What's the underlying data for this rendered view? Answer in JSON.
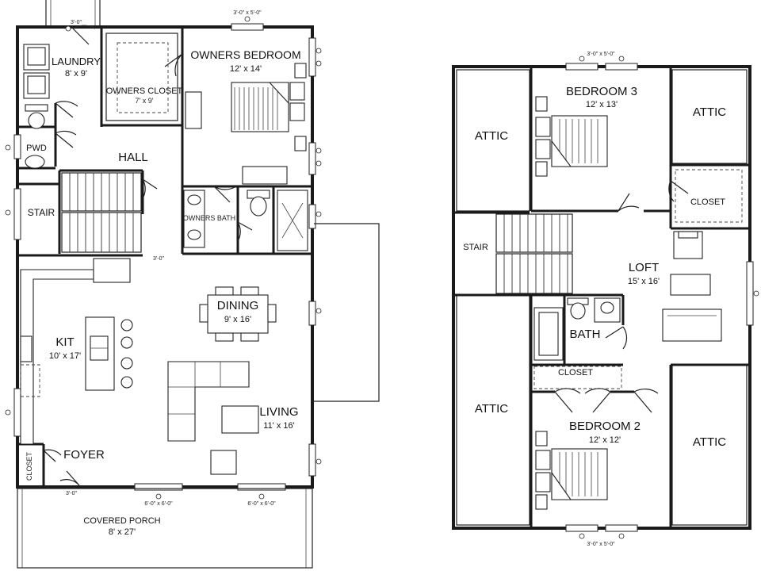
{
  "first_floor": {
    "rooms": {
      "laundry": {
        "name": "LAUNDRY",
        "dim": "8' x 9'"
      },
      "owners_closet": {
        "name": "OWNERS CLOSET",
        "dim": "7' x 9'"
      },
      "owners_bedroom": {
        "name": "OWNERS BEDROOM",
        "dim": "12' x 14'"
      },
      "pwd": {
        "name": "PWD"
      },
      "hall": {
        "name": "HALL"
      },
      "stair": {
        "name": "STAIR"
      },
      "owners_bath": {
        "name": "OWNERS BATH"
      },
      "dining": {
        "name": "DINING",
        "dim": "9' x 16'"
      },
      "kit": {
        "name": "KIT",
        "dim": "10' x 17'"
      },
      "living": {
        "name": "LIVING",
        "dim": "11' x 16'"
      },
      "foyer": {
        "name": "FOYER"
      },
      "closet": {
        "name": "CLOSET"
      },
      "covered_porch": {
        "name": "COVERED PORCH",
        "dim": "8' x 27'"
      }
    },
    "door_sizes": {
      "laundry_top": "3'-0\"",
      "bedroom_top": "3'-0\" x 5'-0\"",
      "hall": "3'-0\"",
      "front": "3'-0\"",
      "porch_left": "6'-0\" x 6'-0\"",
      "porch_right": "6'-0\" x 6'-0\""
    }
  },
  "second_floor": {
    "rooms": {
      "attic_tl": {
        "name": "ATTIC"
      },
      "bedroom3": {
        "name": "BEDROOM 3",
        "dim": "12' x 13'"
      },
      "attic_tr": {
        "name": "ATTIC"
      },
      "closet_upper": {
        "name": "CLOSET"
      },
      "stair": {
        "name": "STAIR"
      },
      "loft": {
        "name": "LOFT",
        "dim": "15' x 16'"
      },
      "bath": {
        "name": "BATH"
      },
      "closet_mid": {
        "name": "CLOSET"
      },
      "attic_bl": {
        "name": "ATTIC"
      },
      "bedroom2": {
        "name": "BEDROOM 2",
        "dim": "12' x 12'"
      },
      "attic_br": {
        "name": "ATTIC"
      }
    },
    "window_sizes": {
      "top": "3'-0\" x 5'-0\"",
      "bottom": "3'-0\" x 5'-0\""
    }
  }
}
